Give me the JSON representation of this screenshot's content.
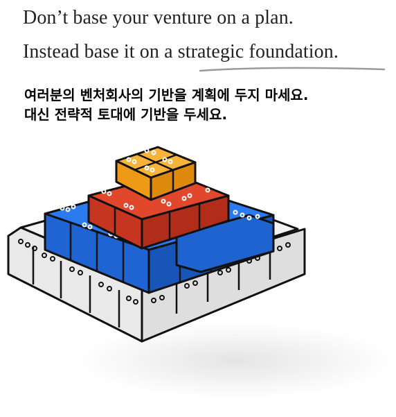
{
  "heading": {
    "line1": "Don’t base your venture on a plan.",
    "line2_prefix": "Instead base it on a ",
    "line2_emphasis": "strategic foundation.",
    "korean_line1": "여러분의 벤처회사의 기반을 계획에 두지 마세요.",
    "korean_line2": "대신 전략적 토대에 기반을 두세요."
  },
  "illustration": {
    "subject": "block-pyramid",
    "layer_colors": {
      "base": "#f2f2f2",
      "blue": "#1f66d6",
      "red": "#d23a22",
      "yellow": "#f5a623",
      "outline": "#111111",
      "shadow": "#e6e6e6"
    }
  }
}
